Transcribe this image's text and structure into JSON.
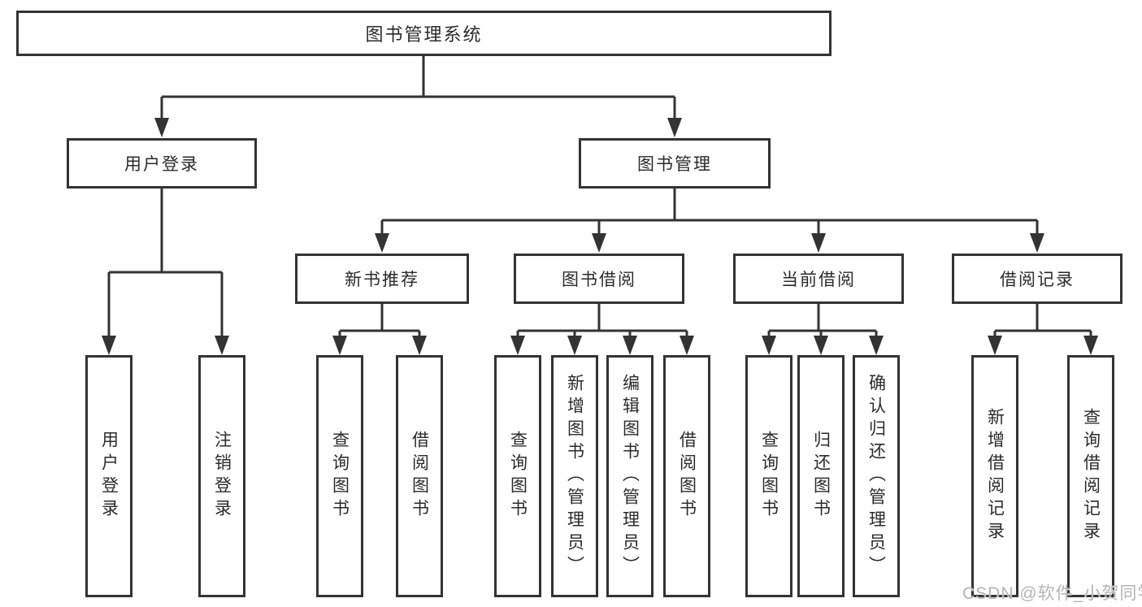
{
  "diagram": {
    "title": "图书管理系统",
    "root": {
      "label": "图书管理系统"
    },
    "level2": [
      {
        "label": "用户登录"
      },
      {
        "label": "图书管理"
      }
    ],
    "level3": [
      {
        "label": "新书推荐"
      },
      {
        "label": "图书借阅"
      },
      {
        "label": "当前借阅"
      },
      {
        "label": "借阅记录"
      }
    ],
    "leaves": [
      {
        "label": "用户登录"
      },
      {
        "label": "注销登录"
      },
      {
        "label": "查询图书"
      },
      {
        "label": "借阅图书"
      },
      {
        "label": "查询图书"
      },
      {
        "label": "新增图书（管理员）"
      },
      {
        "label": "编辑图书（管理员）"
      },
      {
        "label": "借阅图书"
      },
      {
        "label": "查询图书"
      },
      {
        "label": "归还图书"
      },
      {
        "label": "确认归还（管理员）"
      },
      {
        "label": "新增借阅记录"
      },
      {
        "label": "查询借阅记录"
      }
    ],
    "colors": {
      "line": "#333333",
      "box_border": "#333333",
      "box_fill": "#ffffff",
      "text": "#2b2b2b",
      "watermark": "#b4b4b4"
    },
    "watermark": "CSDN @软件_小贺同学"
  }
}
